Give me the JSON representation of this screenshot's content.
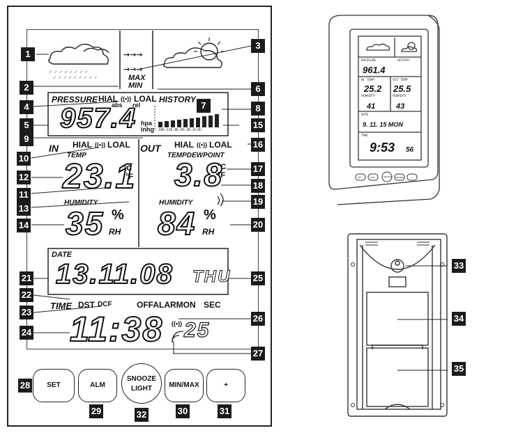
{
  "display": {
    "pressure_label": "PRESSURE",
    "history_label": "HISTORY",
    "hial": "HIAL",
    "loal": "LOAL",
    "abs": "abs",
    "rel": "rel",
    "pressure_value": "957.4",
    "hpa": "hpa",
    "inhg": "inhg",
    "max": "MAX",
    "min": "MIN",
    "in_label": "IN",
    "out_label": "OUT",
    "temp_label": "TEMP",
    "temp_dewpoint_label": "TEMPDEWPOINT",
    "in_temp": "23.1",
    "out_temp": "3.8",
    "degc": "°C",
    "degf": "°F",
    "humidity_label": "HUMIDITY",
    "in_humidity": "35",
    "out_humidity": "84",
    "percent": "%",
    "rh": "RH",
    "date_label": "DATE",
    "date_value": "13.11.08",
    "weekday": "THU",
    "time_label": "TIME",
    "dst": "DST",
    "dcf": "DCF",
    "alarm_status": "OFFALARMON",
    "sec_label": "SEC",
    "time_value": "11:38",
    "seconds": "25",
    "history_axis": "-24h -12h -9h -6h -3h -1h 0h"
  },
  "buttons": {
    "set": "SET",
    "alm": "ALM",
    "snooze": "SNOOZE",
    "light": "LIGHT",
    "minmax": "MIN/MAX",
    "plus": "+"
  },
  "callouts": [
    "1",
    "2",
    "3",
    "4",
    "5",
    "6",
    "7",
    "8",
    "9",
    "10",
    "11",
    "12",
    "13",
    "14",
    "15",
    "16",
    "17",
    "18",
    "19",
    "20",
    "21",
    "22",
    "23",
    "24",
    "25",
    "26",
    "27",
    "28",
    "29",
    "30",
    "31",
    "32",
    "33",
    "34",
    "35"
  ],
  "device_thumb": {
    "pressure": "PRESSURE",
    "history": "HISTORY",
    "pressure_value": "961.4",
    "in": "IN",
    "out": "OUT",
    "temp": "TEMP",
    "in_temp": "25.2",
    "out_temp": "25.5",
    "humidity": "HUMIDITY",
    "in_hum": "41",
    "out_hum": "43",
    "date": "DATE",
    "date_value": "9. 11. 15 MON",
    "time": "TIME",
    "time_value": "9:53",
    "seconds": "56",
    "buttons": [
      "SET",
      "ALM",
      "SNOOZE",
      "MIN/MAX",
      "+"
    ]
  }
}
